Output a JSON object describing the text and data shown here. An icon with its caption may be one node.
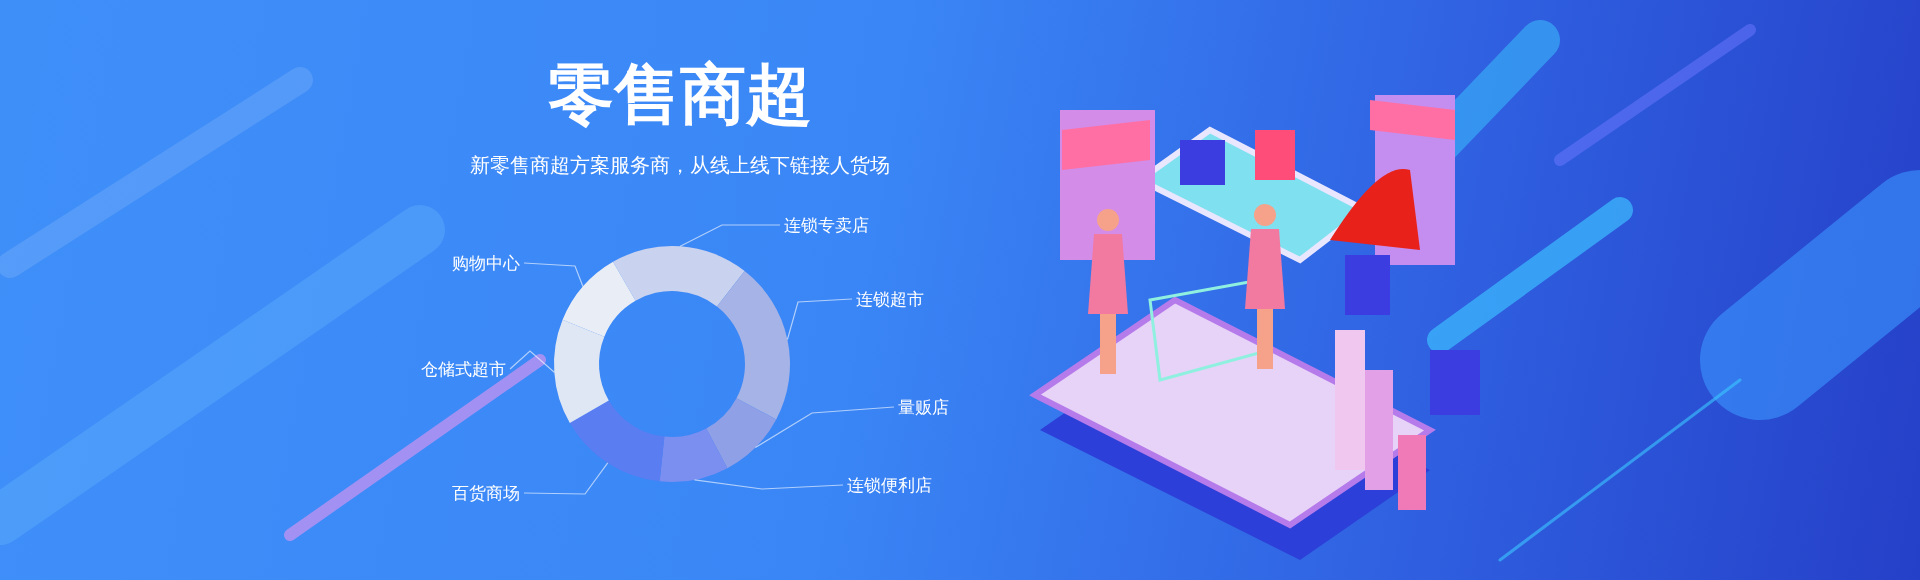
{
  "diagram": {
    "title": "零售商超",
    "nodes": [
      {
        "text": [
          "连锁专卖店"
        ]
      },
      {
        "text": [
          "连锁超市"
        ]
      },
      {
        "text": [
          "量贩店"
        ]
      },
      {
        "text": [
          "连锁便利店"
        ]
      },
      {
        "text": [
          "百货商场"
        ]
      },
      {
        "text": [
          "仓储式超市"
        ]
      },
      {
        "text": [
          "购物中心"
        ]
      },
      {
        "text": [],
        "shape": "arc"
      },
      {
        "text": [],
        "shape": "arc"
      },
      {
        "text": [],
        "shape": "arc"
      },
      {
        "text": [],
        "shape": "arc"
      },
      {
        "text": [],
        "shape": "arc"
      },
      {
        "text": [],
        "shape": "arc"
      },
      {
        "text": [],
        "shape": "arc"
      }
    ],
    "edges": [
      {
        "from": 0,
        "to": 7,
        "arrow": "none"
      },
      {
        "from": 1,
        "to": 8,
        "arrow": "none"
      },
      {
        "from": 2,
        "to": 9,
        "arrow": "none"
      },
      {
        "from": 3,
        "to": 10,
        "arrow": "none"
      },
      {
        "from": 4,
        "to": 11,
        "arrow": "none"
      },
      {
        "from": 5,
        "to": 12,
        "arrow": "none"
      },
      {
        "from": 6,
        "to": 13,
        "arrow": "none"
      }
    ],
    "labels": [
      "新零售商超方案服务商，从线上线下链接人货场"
    ]
  }
}
